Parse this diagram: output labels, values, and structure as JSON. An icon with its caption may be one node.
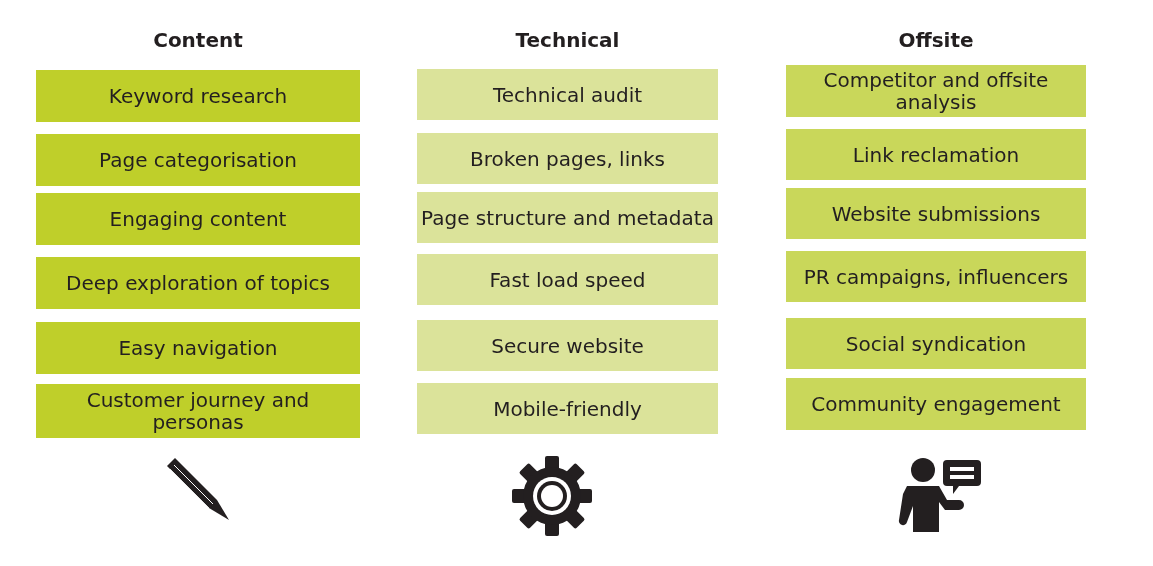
{
  "diagram": {
    "nodes": [
      {
        "text": [
          "Keyword research"
        ]
      },
      {
        "text": [
          "Page categorisation"
        ]
      },
      {
        "text": [
          "Engaging content"
        ]
      },
      {
        "text": [
          "Deep exploration of topics"
        ]
      },
      {
        "text": [
          "Easy navigation"
        ]
      },
      {
        "text": [
          "Customer journey and personas"
        ]
      },
      {
        "text": [
          "Technical audit"
        ]
      },
      {
        "text": [
          "Broken pages, links"
        ]
      },
      {
        "text": [
          "Page structure and metadata"
        ]
      },
      {
        "text": [
          "Fast load speed"
        ]
      },
      {
        "text": [
          "Secure website"
        ]
      },
      {
        "text": [
          "Mobile-friendly"
        ]
      },
      {
        "text": [
          "Competitor and offsite analysis"
        ]
      },
      {
        "text": [
          "Link reclamation"
        ]
      },
      {
        "text": [
          "Website submissions"
        ]
      },
      {
        "text": [
          "PR campaigns, influencers"
        ]
      },
      {
        "text": [
          "Social syndication"
        ]
      },
      {
        "text": [
          "Community engagement"
        ]
      }
    ],
    "labels": [
      "Content",
      "Technical",
      "Offsite"
    ]
  }
}
